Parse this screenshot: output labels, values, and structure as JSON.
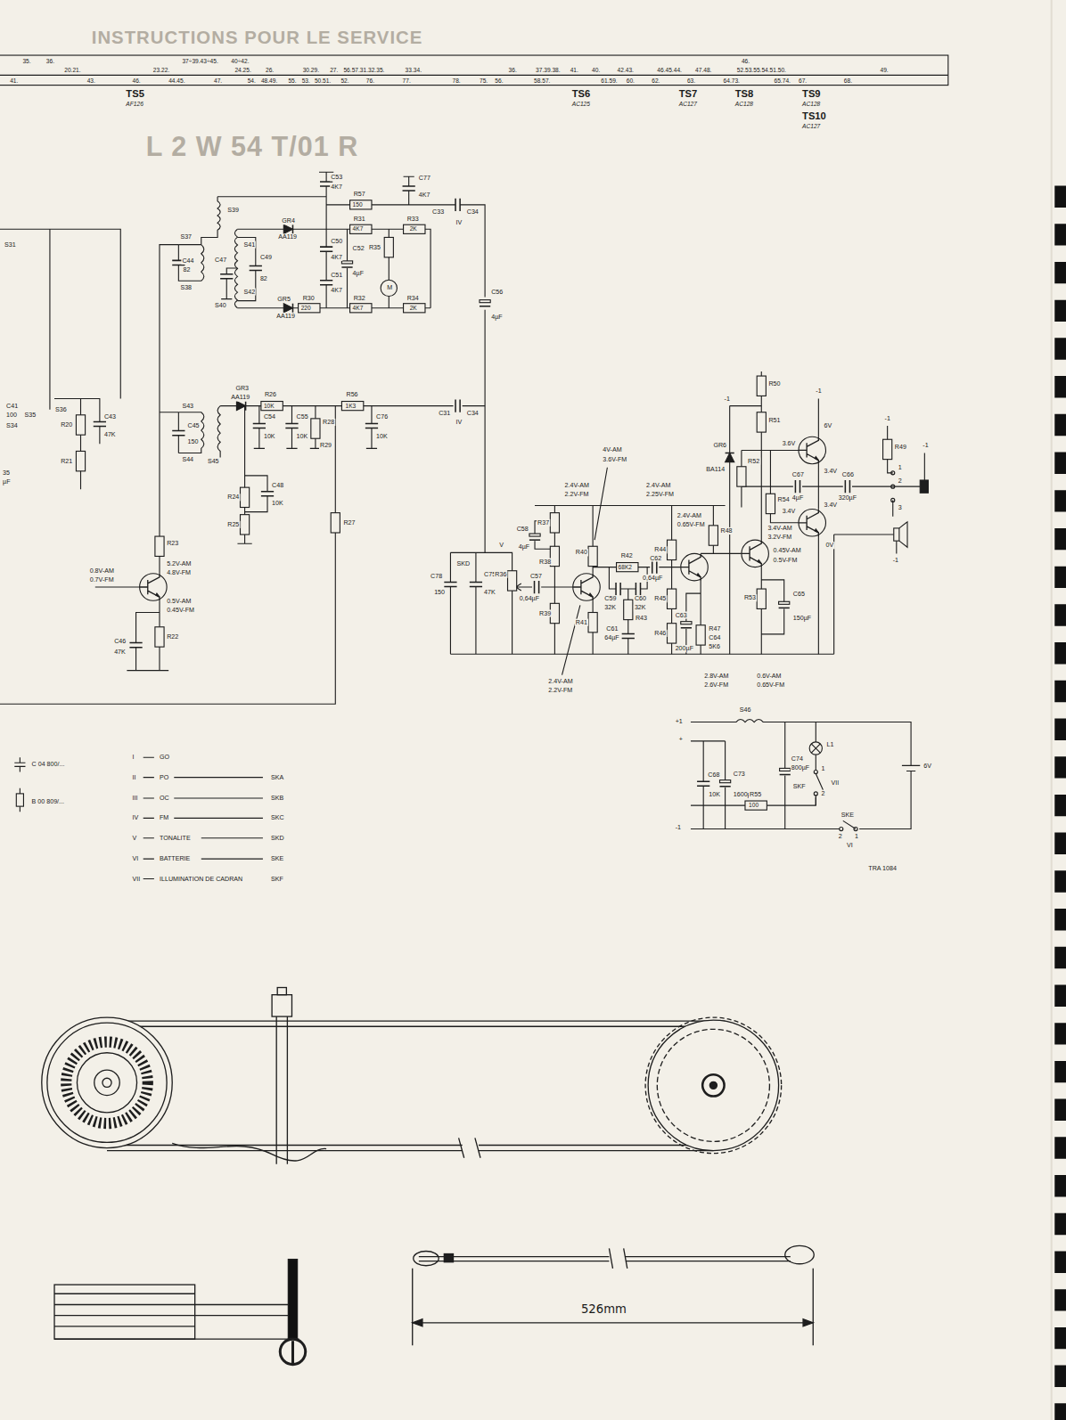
{
  "diagram": {
    "labels": [
      "35.",
      "36.",
      "37÷39.43÷45.",
      "40÷42.",
      "46.",
      "20.21.",
      "23.22.",
      "24.25.",
      "26.",
      "30.29.",
      "27.",
      "56.57.31.32.35.",
      "33.34.",
      "36.",
      "37.39.38.",
      "41.",
      "40.",
      "42.43.",
      "46.45.44.",
      "47.48.",
      "52.53.55.54.51.50.",
      "49.",
      "41.",
      "43.",
      "46.",
      "44.45.",
      "47.",
      "54.",
      "48.49.",
      "55.",
      "53.",
      "50.51.",
      "52.",
      "76.",
      "77.",
      "78.",
      "75.",
      "56.",
      "58.57.",
      "61.59.",
      "60.",
      "62.",
      "63.",
      "64.73.",
      "65.74.",
      "67.",
      "68.",
      "TS5",
      "AF126",
      "TS6",
      "AC125",
      "TS7",
      "AC127",
      "TS8",
      "AC128",
      "TS9",
      "AC128",
      "TS10",
      "AC127",
      "INSTRUCTIONS POUR LE SERVICE",
      "L 2 W 54 T/01 R",
      "S31",
      "C41",
      "100",
      "S35",
      "S34",
      "S36",
      "R20",
      "C43",
      "47K",
      "R21",
      "35",
      "µF",
      "C44",
      "82",
      "S37",
      "S38",
      "S39",
      "C47",
      "S40",
      "C49",
      "82",
      "S41",
      "S42",
      "GR4",
      "AA119",
      "C53",
      "4K7",
      "C50",
      "4K7",
      "C51",
      "4K7",
      "R57",
      "150",
      "R31",
      "4K7",
      "C52",
      "4µF",
      "R35",
      "R33",
      "2K",
      "C77",
      "4K7",
      "C33",
      "C34",
      "IV",
      "M",
      "GR5",
      "AA119",
      "R30",
      "220",
      "R32",
      "4K7",
      "R34",
      "2K",
      "C56",
      "4µF",
      "S43",
      "S44",
      "C45",
      "150",
      "S45",
      "GR3",
      "AA119",
      "R26",
      "10K",
      "C54",
      "10K",
      "C55",
      "10K",
      "R28",
      "R29",
      "R56",
      "1K3",
      "C76",
      "10K",
      "C31",
      "C34",
      "IV",
      "R24",
      "R25",
      "C48",
      "10K",
      "R27",
      "R23",
      "5.2V-AM",
      "4.8V-FM",
      "0.8V-AM",
      "0.7V-FM",
      "0.5V-AM",
      "0.45V-FM",
      "C46",
      "47K",
      "R22",
      "C78",
      "150",
      "C75",
      "47K",
      "SKD",
      "V",
      "R36",
      "C58",
      "4µF",
      "C57",
      "0,64µF",
      "R37",
      "R38",
      "R39",
      "R40",
      "R41",
      "2.4V-AM",
      "2.2V-FM",
      "4V-AM",
      "3.6V-FM",
      "2.4V-AM",
      "2.2V-FM",
      "R42",
      "68K2",
      "C62",
      "0,64µF",
      "C59",
      "32K",
      "C60",
      "32K",
      "C61",
      "64µF",
      "R43",
      "2.4V-AM",
      "2.25V-FM",
      "2.4V-AM",
      "0.65V-FM",
      "R44",
      "R45",
      "R46",
      "R48",
      "C63",
      "200µF",
      "R47",
      "C64",
      "5K6",
      "2.8V-AM",
      "2.6V-FM",
      "0.6V-AM",
      "0.65V-FM",
      "0.45V-AM",
      "0.5V-FM",
      "R53",
      "C65",
      "150µF",
      "3.4V-AM",
      "3.2V-FM",
      "GR6",
      "BA114",
      "R52",
      "R54",
      "R50",
      "R51",
      "-1",
      "3.6V",
      "6V",
      "-1",
      "3.4V",
      "C67",
      "4µF",
      "C66",
      "320µF",
      "3.4V",
      "3.4V",
      "0V",
      "R49",
      "-1",
      "-1",
      "1",
      "2",
      "3",
      "-1",
      "S46",
      "+1",
      "+",
      "C68",
      "10K",
      "C73",
      "1600µF",
      "C74",
      "800µF",
      "L1",
      "SKF",
      "1",
      "2",
      "VII",
      "R55",
      "100",
      "SKE",
      "2",
      "1",
      "VI",
      "6V",
      "-1",
      "TRA 1084",
      "C 04 800/...",
      "B 00 809/...",
      "I",
      "GO",
      "II",
      "PO",
      "SKA",
      "III",
      "OC",
      "SKB",
      "IV",
      "FM",
      "SKC",
      "V",
      "TONALITE",
      "SKD",
      "VI",
      "BATTERIE",
      "SKE",
      "VII",
      "ILLUMINATION DE CADRAN",
      "SKF",
      "526mm"
    ]
  }
}
